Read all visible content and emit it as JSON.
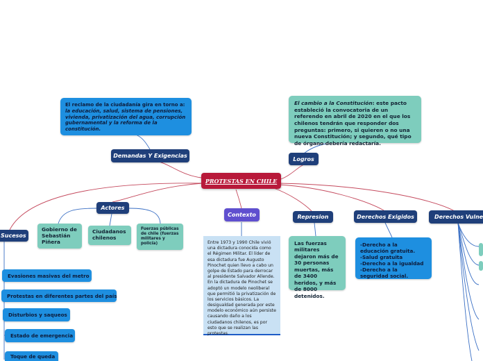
{
  "central": {
    "label": "PROTESTAS EN CHILE"
  },
  "demandas": {
    "label": "Demandas Y Exigencias",
    "note_p1": "El reclamo de la ciudadanía gira en torno a:",
    "note_p2": "la educación, salud, sistema de pensiones, vivienda, privatización del agua, corrupción gubernamental y  la reforma de la constitución."
  },
  "logros": {
    "label": "Logros",
    "note_em": "El cambio a la Constitución",
    "note_rest": ": este pacto estableció la convocatoria de un referendo en abril de 2020 en el que los chilenos tendrán que responder dos preguntas: primero, si quieren o no una nueva Constitución; y segundo, qué tipo de órgano debería redactaría."
  },
  "actores": {
    "label": "Actores",
    "items": [
      {
        "label": "Gobierno de Sebastián Piñera"
      },
      {
        "label": "Ciudadanos chilenos"
      },
      {
        "label": "Fuerzas públicas de chile (fuerzas militares y policía)"
      }
    ]
  },
  "contexto": {
    "label": "Contexto",
    "text": "Entre 1973 y 1990 Chile vivió una dictadura conocida como el Régimen Militar. El líder de esa dictadura fue Augusto Pinochet quien llevo a cabo un golpe de Estado para derrocar al presidente Salvador Allende. En la dictadura de Pinochet se adoptó un modelo neoliberal que permitió la privatización de los servicios básicos. La desigualdad generada por este modelo económico aún persiste causando daño a los ciudadanos chilenos, es por esto que se realizan las protestas."
  },
  "represion": {
    "label": "Represion",
    "note": "Las fuerzas militares dejaron más de 30 personas muertas, más de 3400 heridos, y más de 8000 detenidos."
  },
  "derechos_exigidos": {
    "label": "Derechos Exigidos",
    "items": [
      "-Derecho a la educación gratuita.",
      "-Salud gratuita",
      "-Derecho a la igualdad",
      "-Derecho a la seguridad social."
    ]
  },
  "derechos_vulnerados": {
    "label": "Derechos Vulnerados"
  },
  "sucesos": {
    "label": "Sucesos",
    "items": [
      {
        "label": "Evasiones masivas del metro"
      },
      {
        "label": "Protestas en diferentes partes del país"
      },
      {
        "label": "Disturbios y saqueos"
      },
      {
        "label": "Estado de emergencia"
      },
      {
        "label": "Toque de queda"
      }
    ]
  },
  "colors": {
    "central": "#b8193a",
    "topic_pill": "#1f3f7a",
    "contexto": "#5f4fcf",
    "blue_note": "#1e8fe0",
    "teal_note": "#7ecdbd",
    "light_note": "#c9e1f4",
    "red_link": "#c4485c",
    "blue_link": "#3a6fc4"
  }
}
